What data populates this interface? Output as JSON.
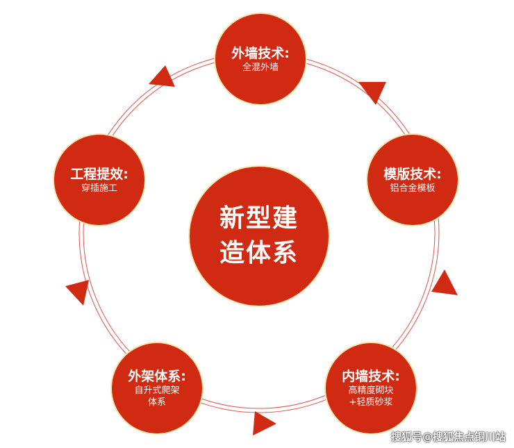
{
  "center": {
    "line1": "新型建",
    "line2": "造体系"
  },
  "nodes": [
    {
      "title": "外墙技术:",
      "sub": [
        "全混外墙"
      ]
    },
    {
      "title": "模版技术:",
      "sub": [
        "铝合金模板"
      ]
    },
    {
      "title": "内墙技术:",
      "sub": [
        "高精度砌块",
        "+轻质砂浆"
      ]
    },
    {
      "title": "外架体系:",
      "sub": [
        "自升式爬架",
        "体系"
      ]
    },
    {
      "title": "工程提效:",
      "sub": [
        "穿插施工"
      ]
    }
  ],
  "watermark": "搜狐号@搜狐焦点铜川站",
  "colors": {
    "primary": "#d12a12",
    "ring": "#e0504a",
    "border": "#f6e7b0"
  }
}
